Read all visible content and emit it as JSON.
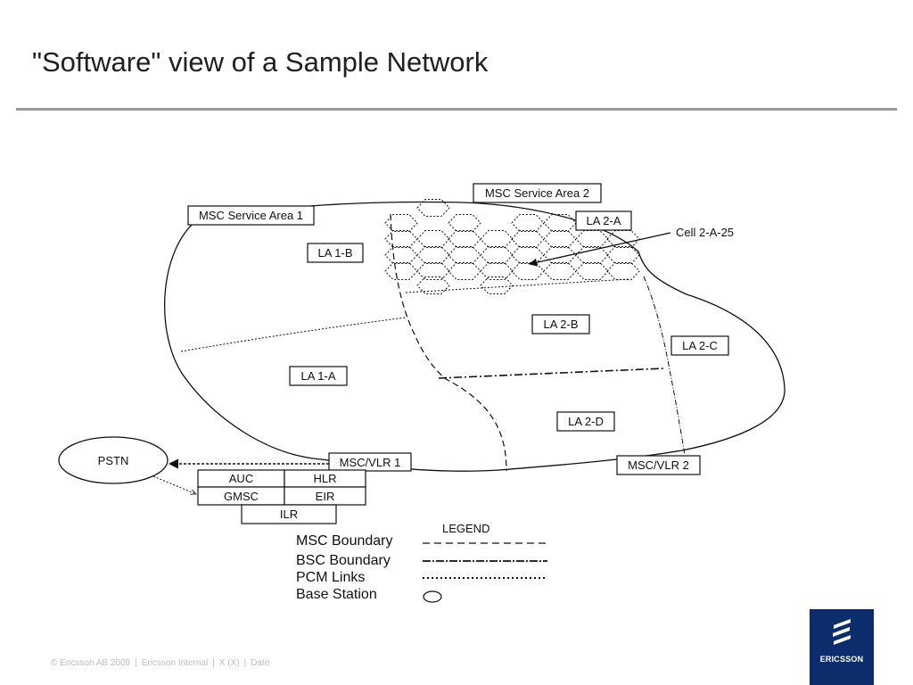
{
  "slide": {
    "title": "\"Software\" view of a Sample Network"
  },
  "diagram": {
    "boxes": {
      "msc_area_1": "MSC Service Area 1",
      "msc_area_2": "MSC Service Area 2",
      "la_1b": "LA 1-B",
      "la_1a": "LA 1-A",
      "la_2a": "LA 2-A",
      "la_2b": "LA 2-B",
      "la_2c": "LA 2-C",
      "la_2d": "LA 2-D",
      "msc_vlr_1": "MSC/VLR 1",
      "msc_vlr_2": "MSC/VLR 2",
      "auc": "AUC",
      "hlr": "HLR",
      "gmsc": "GMSC",
      "eir": "EIR",
      "ilr": "ILR"
    },
    "pstn": "PSTN",
    "cell_label": "Cell 2-A-25"
  },
  "legend": {
    "title": "LEGEND",
    "items": [
      {
        "label": "MSC Boundary",
        "style": "dashed"
      },
      {
        "label": "BSC Boundary",
        "style": "dash-dot"
      },
      {
        "label": "PCM Links",
        "style": "dotted"
      },
      {
        "label": "Base Station",
        "style": "ellipse"
      }
    ]
  },
  "footer": {
    "copyright": "© Ericsson AB 2009",
    "classification": "Ericsson Internal",
    "version": "X (X)",
    "date": "Date"
  },
  "logo": {
    "text": "ERICSSON",
    "color": "#0b2d6b"
  }
}
